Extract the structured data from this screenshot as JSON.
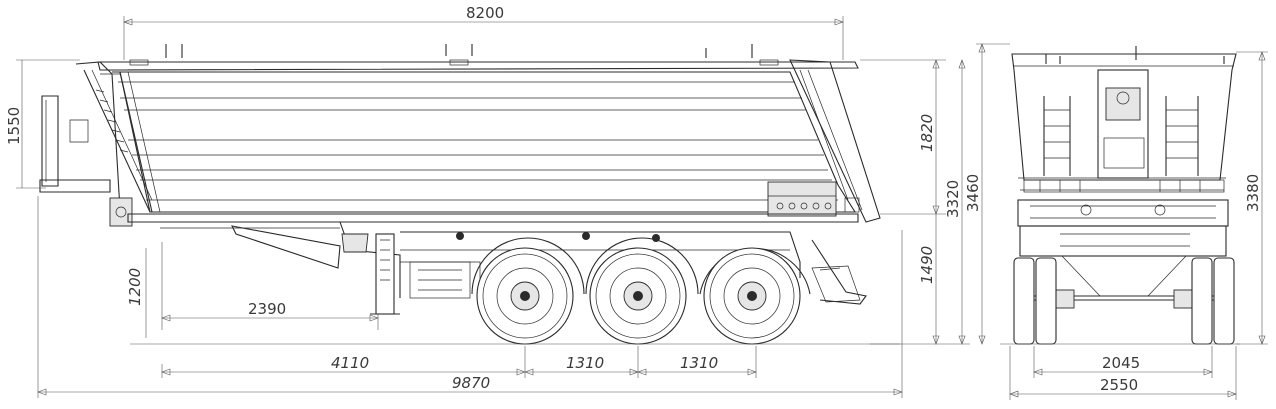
{
  "dimensions": {
    "overall_body_length": "8200",
    "front_panel_height": "1550",
    "body_side_height": "1820",
    "chassis_height": "1490",
    "loaded_height": "3320",
    "total_height": "3460",
    "rear_height": "3380",
    "fifth_wheel_height": "1200",
    "kingpin_to_leg": "2390",
    "kingpin_to_axle": "4110",
    "axle_spacing_1": "1310",
    "axle_spacing_2": "1310",
    "overall_length": "9870",
    "track_width": "2045",
    "overall_width": "2550"
  },
  "colors": {
    "line": "#2b2b2b",
    "text": "#3a3a3a",
    "background": "#ffffff"
  }
}
